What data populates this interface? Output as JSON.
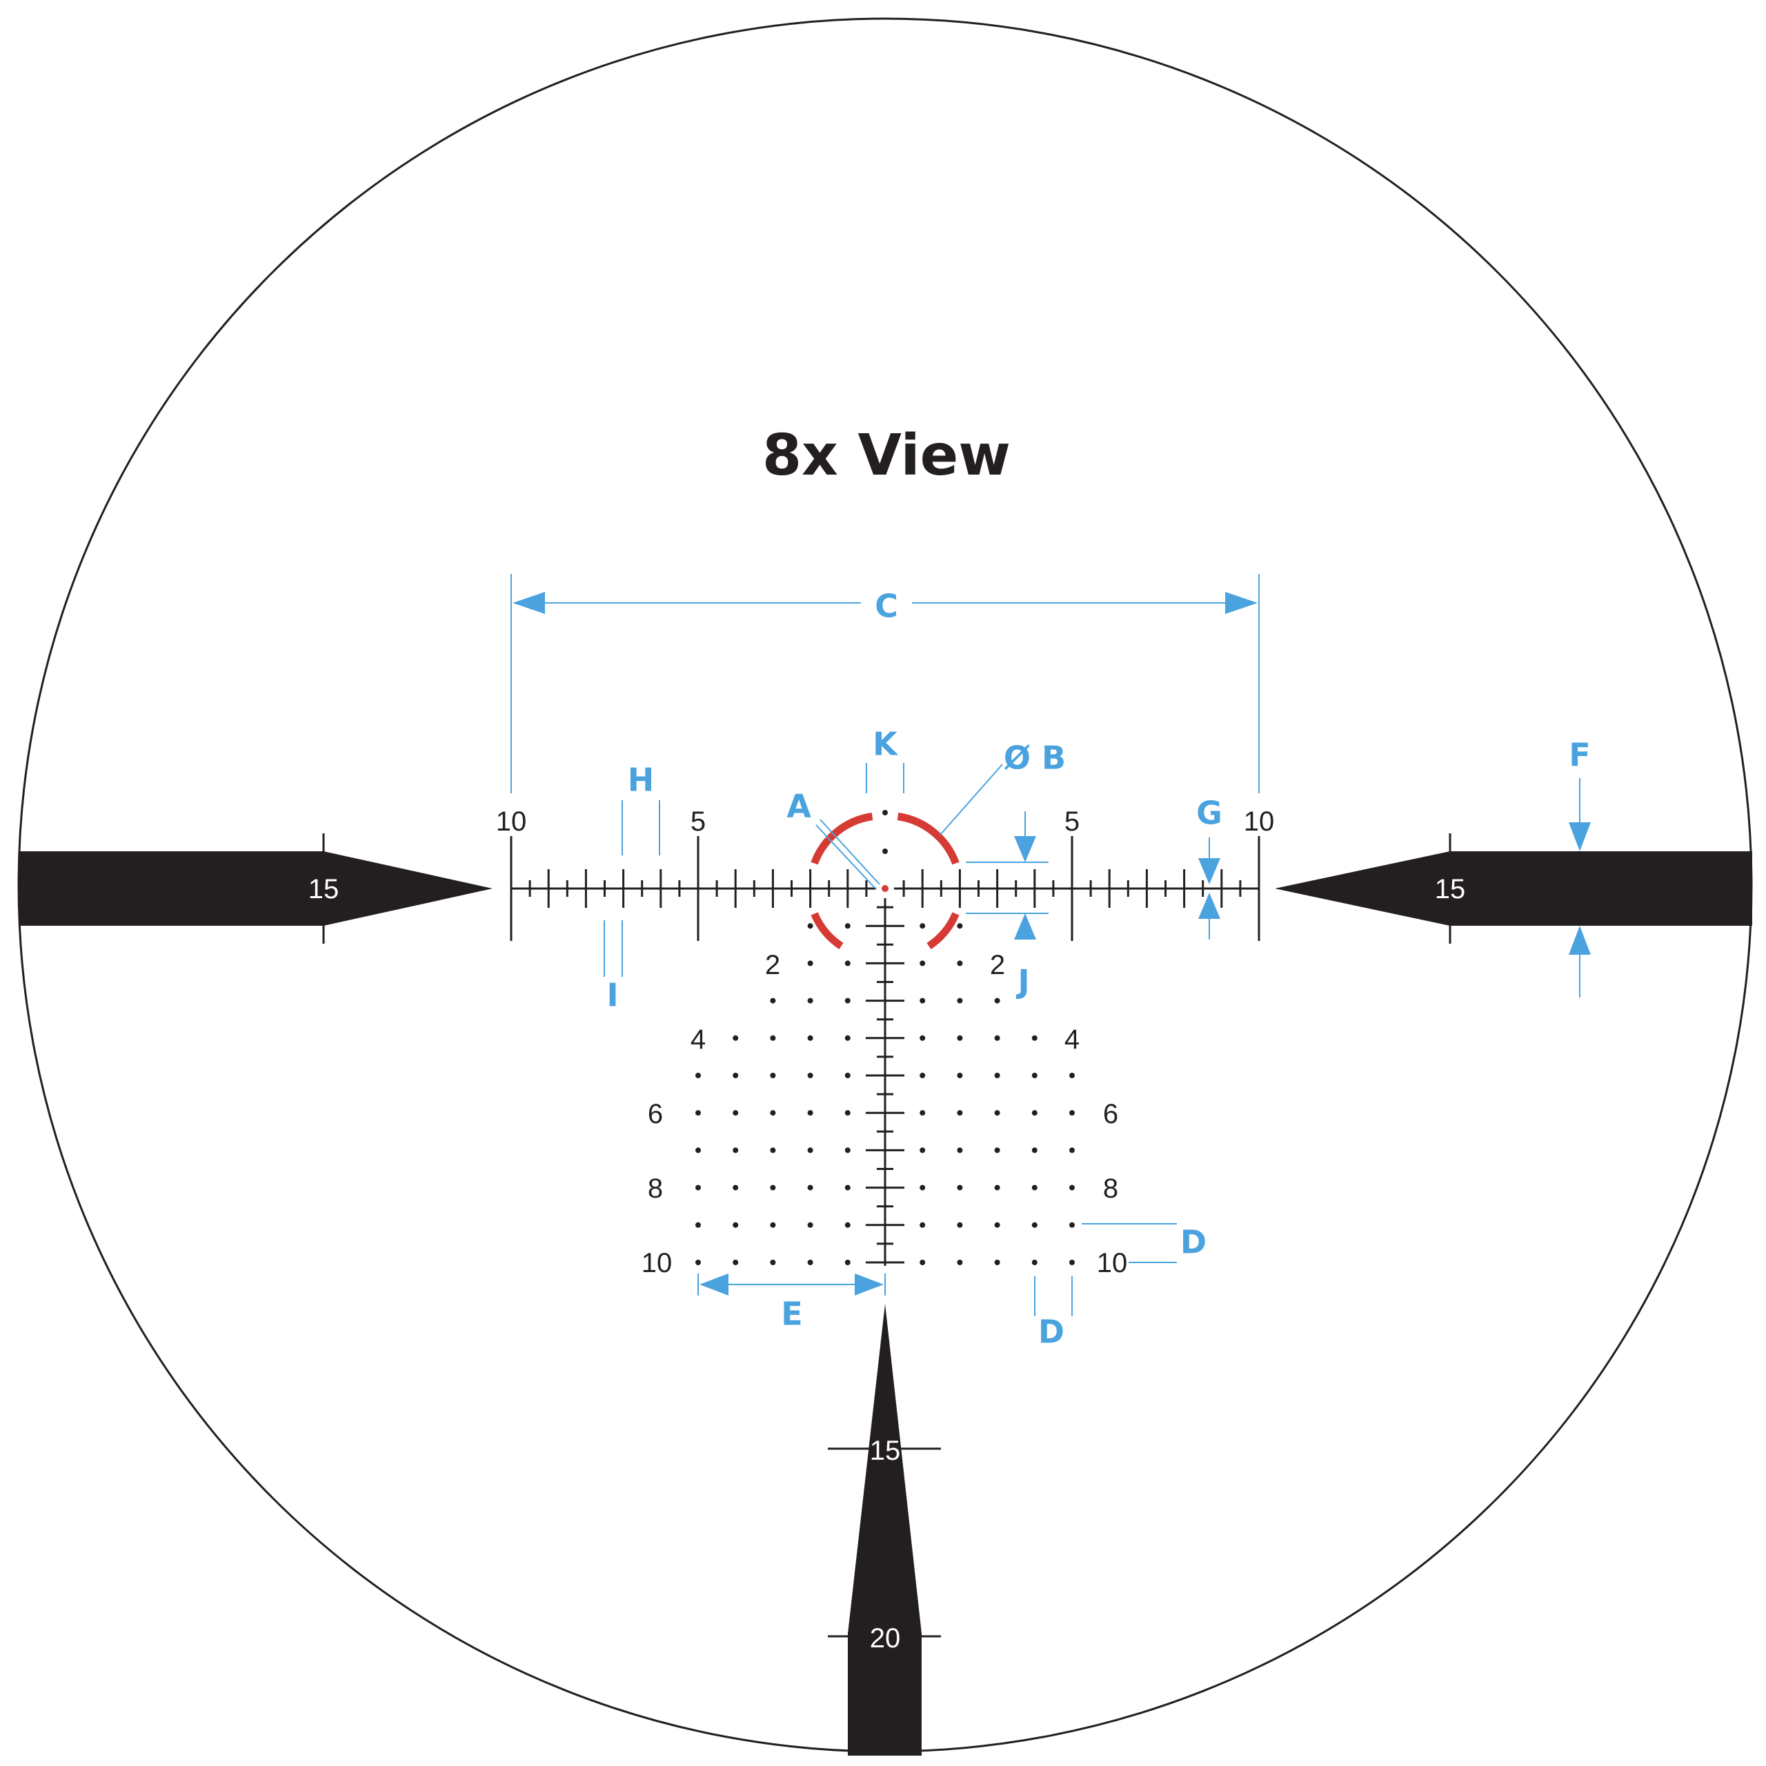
{
  "title": "8x View",
  "colors": {
    "ink": "#231f20",
    "red": "#d63a34",
    "callout": "#4aa3df",
    "label_on_post": "#ffffff"
  },
  "post_labels": {
    "left": "15",
    "right": "15",
    "bottom_upper": "15",
    "bottom_lower": "20"
  },
  "horizontal_labels": {
    "left_10": "10",
    "left_5": "5",
    "right_5": "5",
    "right_10": "10"
  },
  "vertical_labels": {
    "left": [
      "2",
      "4",
      "6",
      "8",
      "10"
    ],
    "right": [
      "2",
      "4",
      "6",
      "8",
      "10"
    ]
  },
  "callouts": {
    "A": "A",
    "B": "Ø B",
    "C": "C",
    "D_right": "D",
    "D_bottom": "D",
    "E": "E",
    "F": "F",
    "G": "G",
    "H": "H",
    "I": "I",
    "J": "J",
    "K": "K"
  }
}
